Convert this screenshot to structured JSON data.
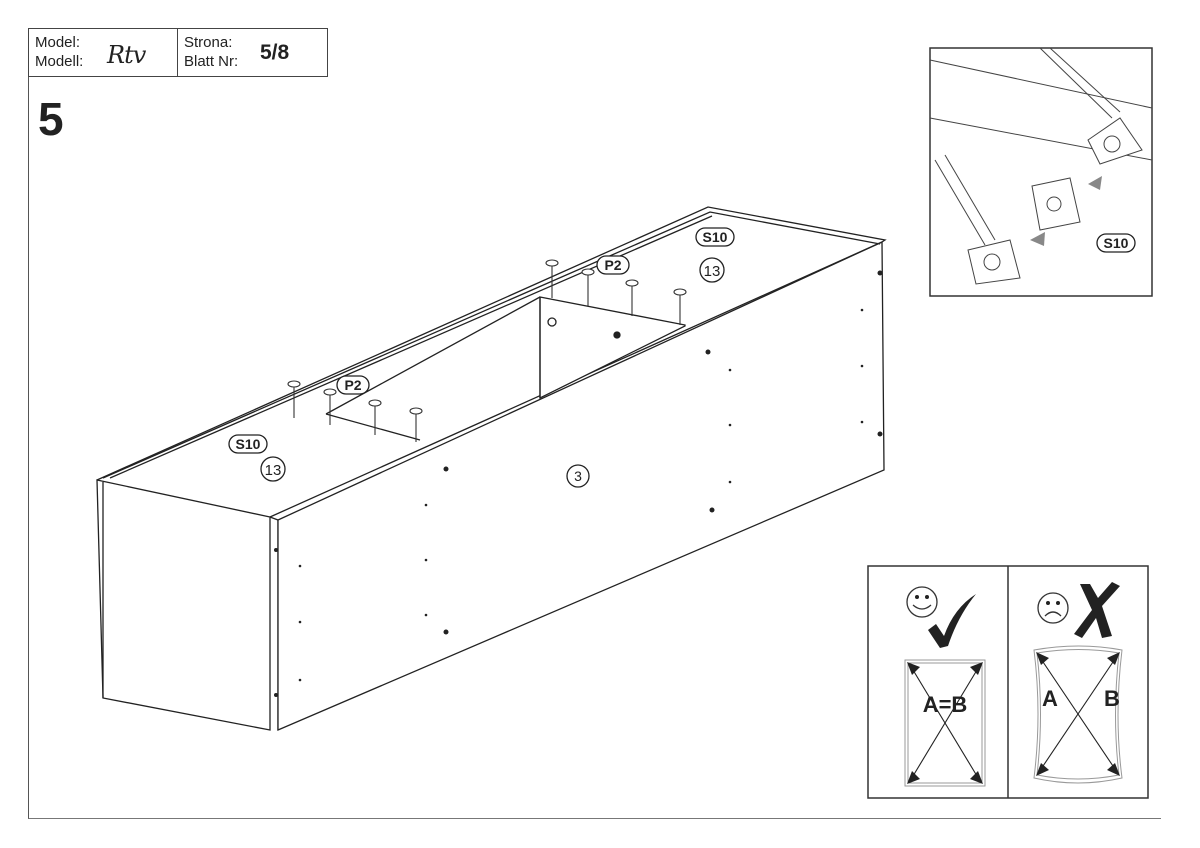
{
  "header": {
    "model_label_pl": "Model:",
    "model_label_de": "Modell:",
    "model_logo": "Rtv",
    "page_label_pl": "Strona:",
    "page_label_de": "Blatt Nr:",
    "page_number": "5/8"
  },
  "step_number": "5",
  "callouts": {
    "p2_right": "P2",
    "p2_left": "P2",
    "s10_right": "S10",
    "s10_left": "S10",
    "part13_right": "13",
    "part13_left": "13",
    "part3": "3",
    "inset_s10": "S10"
  },
  "check_panel": {
    "good_label": "A=B",
    "bad_label_a": "A",
    "bad_label_b": "B"
  }
}
